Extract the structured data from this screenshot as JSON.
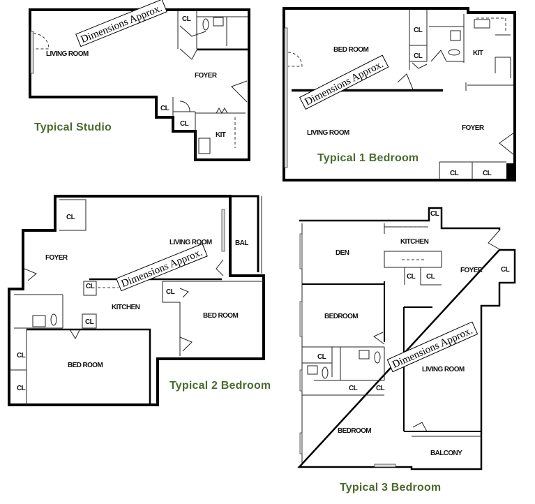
{
  "colors": {
    "title_green": "#4a6b2e",
    "wall": "#000000",
    "background": "#ffffff"
  },
  "stamp_text": "Dimensions Approx.",
  "plans": {
    "studio": {
      "title": "Typical Studio",
      "rooms": {
        "living_room": "LIVING ROOM",
        "foyer": "FOYER",
        "kit": "KIT",
        "cl_top": "CL",
        "cl_mid": "CL",
        "cl_low": "CL"
      }
    },
    "one_bedroom": {
      "title": "Typical 1 Bedroom",
      "rooms": {
        "bed_room": "BED ROOM",
        "living_room": "LIVING ROOM",
        "foyer": "FOYER",
        "kit": "KIT",
        "cl_1": "CL",
        "cl_2": "CL",
        "cl_3": "CL",
        "cl_4": "CL"
      }
    },
    "two_bedroom": {
      "title": "Typical 2 Bedroom",
      "rooms": {
        "foyer": "FOYER",
        "living_room": "LIVING ROOM",
        "bal": "BAL",
        "kitchen": "KITCHEN",
        "bed_room_1": "BED ROOM",
        "bed_room_2": "BED ROOM",
        "cl_1": "CL",
        "cl_2": "CL",
        "cl_3": "CL",
        "cl_4": "CL",
        "cl_5": "CL",
        "cl_6": "CL"
      }
    },
    "three_bedroom": {
      "title": "Typical 3 Bedroom",
      "rooms": {
        "den": "DEN",
        "kitchen": "KITCHEN",
        "foyer": "FOYER",
        "bedroom_1": "BEDROOM",
        "bedroom_2": "BEDROOM",
        "living_room": "LIVING ROOM",
        "balcony": "BALCONY",
        "cl_1": "CL",
        "cl_2": "CL",
        "cl_3": "CL",
        "cl_4": "CL",
        "cl_5": "CL",
        "cl_6": "CL",
        "cl_7": "CL"
      }
    }
  }
}
